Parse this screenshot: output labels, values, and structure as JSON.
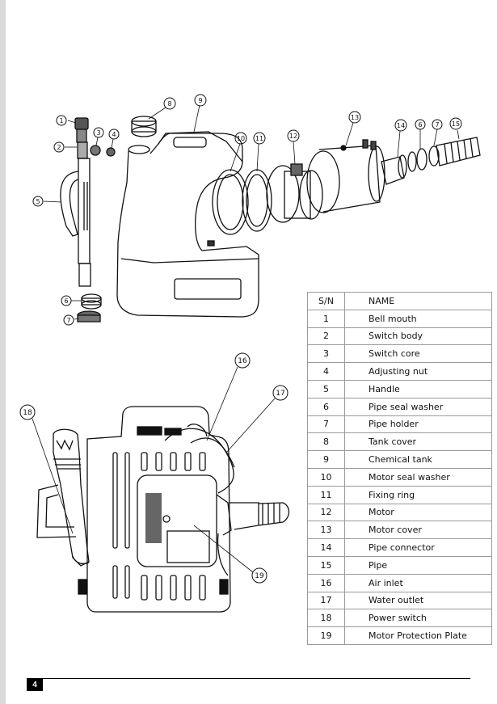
{
  "parts_table": {
    "headers": [
      "S/N",
      "NAME"
    ],
    "rows": [
      [
        "1",
        "Bell mouth"
      ],
      [
        "2",
        "Switch body"
      ],
      [
        "3",
        "Switch core"
      ],
      [
        "4",
        "Adjusting nut"
      ],
      [
        "5",
        "Handle"
      ],
      [
        "6",
        "Pipe seal washer"
      ],
      [
        "7",
        "Pipe holder"
      ],
      [
        "8",
        "Tank cover"
      ],
      [
        "9",
        "Chemical tank"
      ],
      [
        "10",
        "Motor seal washer"
      ],
      [
        "11",
        "Fixing ring"
      ],
      [
        "12",
        "Motor"
      ],
      [
        "13",
        "Motor cover"
      ],
      [
        "14",
        "Pipe connector"
      ],
      [
        "15",
        "Pipe"
      ],
      [
        "16",
        "Air inlet"
      ],
      [
        "17",
        "Water outlet"
      ],
      [
        "18",
        "Power switch"
      ],
      [
        "19",
        "Motor Protection Plate"
      ]
    ]
  },
  "exploded_callouts": [
    "1",
    "2",
    "3",
    "4",
    "5",
    "6",
    "7",
    "8",
    "9",
    "10",
    "11",
    "12",
    "13",
    "14",
    "15",
    "6",
    "7"
  ],
  "assembled_callouts": [
    "16",
    "17",
    "18",
    "19"
  ],
  "footer": {
    "page_number": "4"
  }
}
